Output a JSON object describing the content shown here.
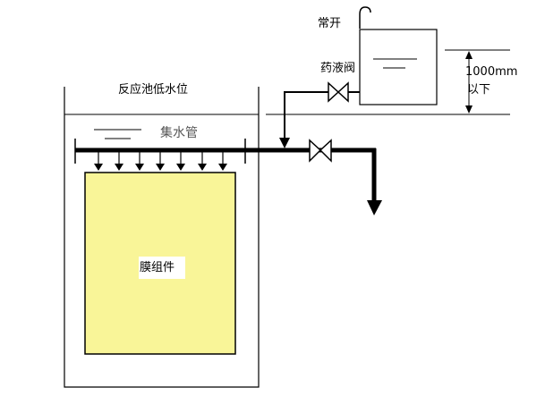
{
  "labels": {
    "normally_open": "常开",
    "chemical_valve": "药液阀",
    "tank_low_level": "反应池低水位",
    "collector_pipe": "集水管",
    "membrane_module": "膜组件",
    "height_value": "1000mm",
    "height_suffix": "以下"
  },
  "colors": {
    "membrane_fill": "#F9F598",
    "line": "#000000",
    "background": "#FFFFFF"
  }
}
